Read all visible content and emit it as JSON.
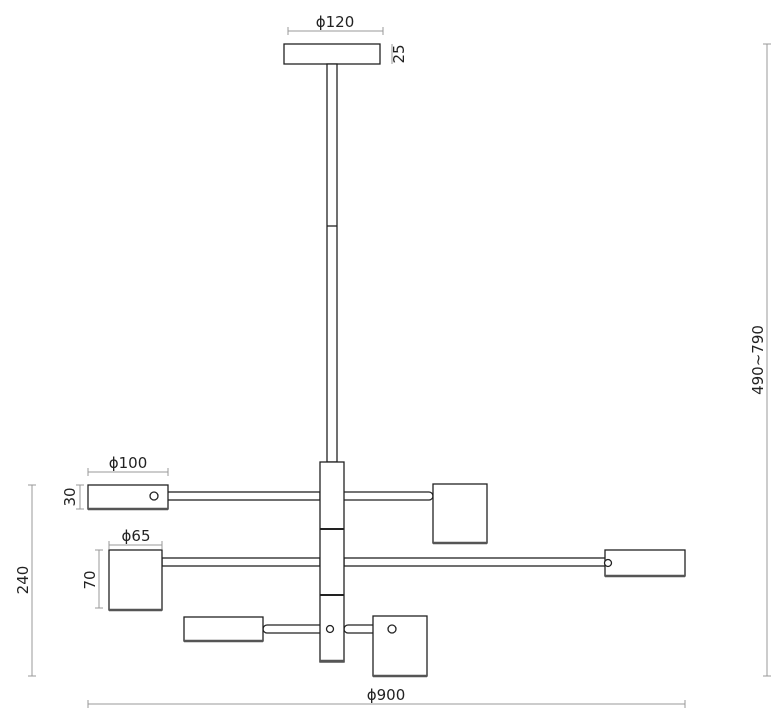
{
  "drawing": {
    "dimensions": {
      "canopy_diameter": "ϕ120",
      "canopy_height": "25",
      "shade_long_diameter": "ϕ100",
      "shade_long_height": "30",
      "shade_square_diameter": "ϕ65",
      "shade_square_height": "70",
      "fixture_height": "240",
      "total_height": "490~790",
      "total_diameter": "ϕ900"
    }
  }
}
